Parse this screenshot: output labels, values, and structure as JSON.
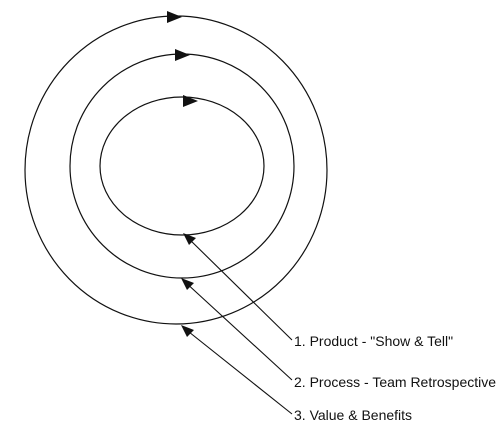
{
  "diagram": {
    "labels": [
      {
        "text": "1. Product - \"Show & Tell\""
      },
      {
        "text": "2. Process - Team Retrospective"
      },
      {
        "text": "3. Value & Benefits"
      }
    ],
    "ring_direction": "clockwise"
  },
  "colors": {
    "background": "#ffffff",
    "stroke": "#111111",
    "text": "#111111"
  }
}
